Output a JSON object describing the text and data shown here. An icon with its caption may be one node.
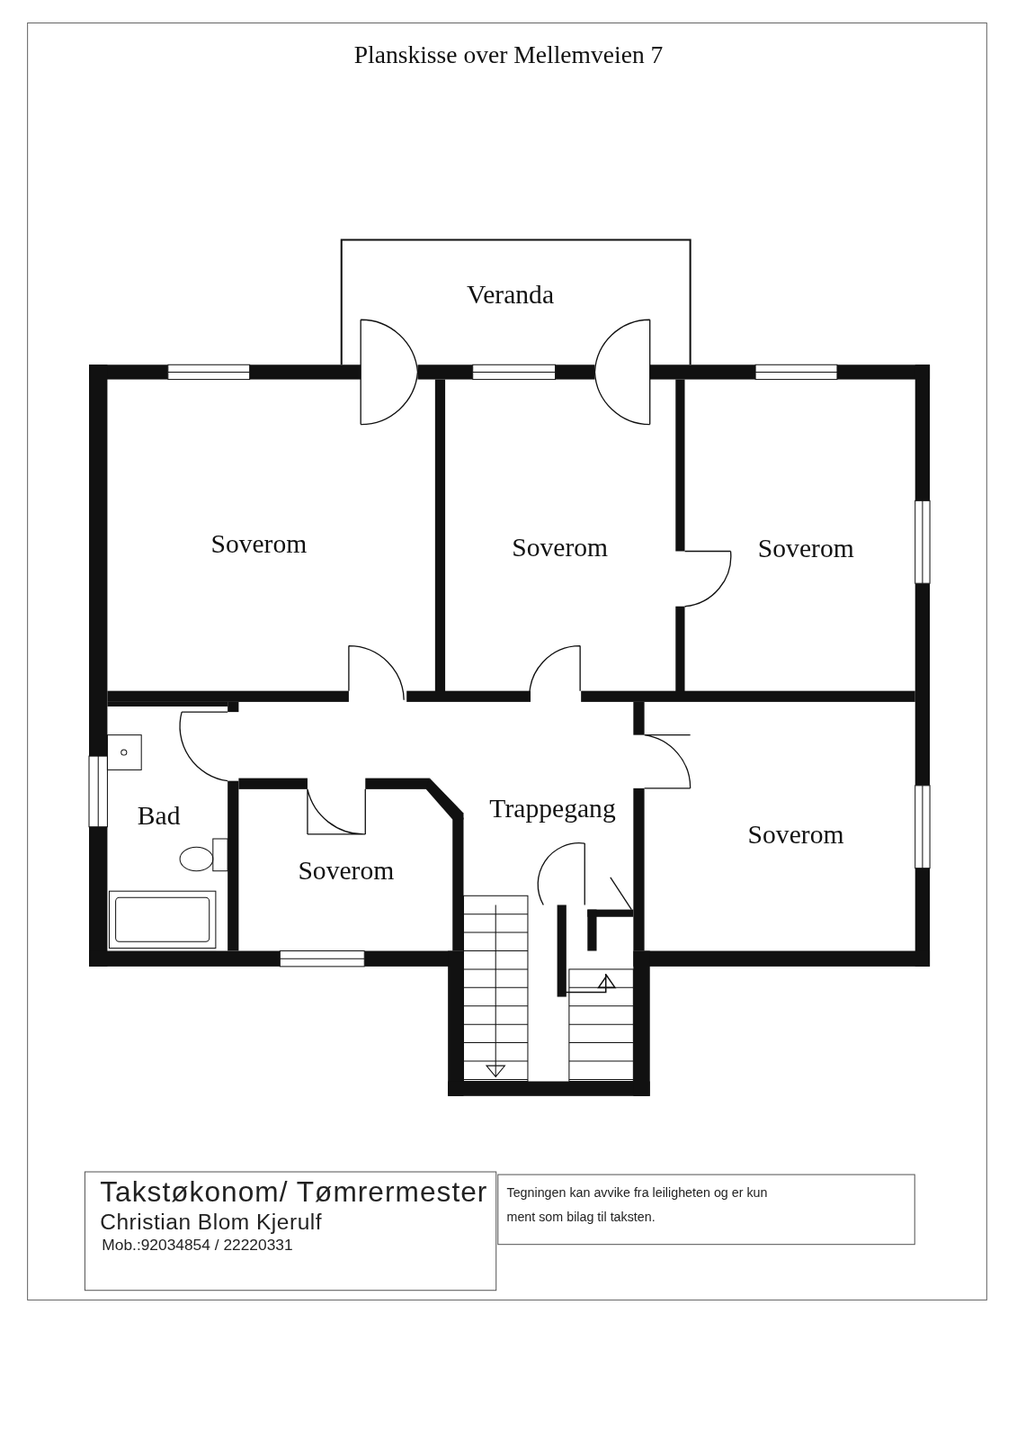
{
  "diagram": {
    "title": "Planskisse over Mellemveien 7",
    "nodes": [
      {
        "text": [
          "Veranda"
        ]
      },
      {
        "text": [
          "Soverom"
        ]
      },
      {
        "text": [
          "Soverom"
        ]
      },
      {
        "text": [
          "Soverom"
        ]
      },
      {
        "text": [
          "Trappegang"
        ]
      },
      {
        "text": [
          "Bad"
        ]
      },
      {
        "text": [
          "Soverom"
        ]
      },
      {
        "text": [
          "Soverom"
        ]
      },
      {
        "text": [
          "Takstøkonom/ Tømrermester",
          "Christian Blom Kjerulf",
          "Mob.:92034854 / 22220331"
        ]
      },
      {
        "text": [
          "Tegningen kan avvike fra leiligheten og er kun ment som bilag til taksten."
        ]
      }
    ]
  }
}
